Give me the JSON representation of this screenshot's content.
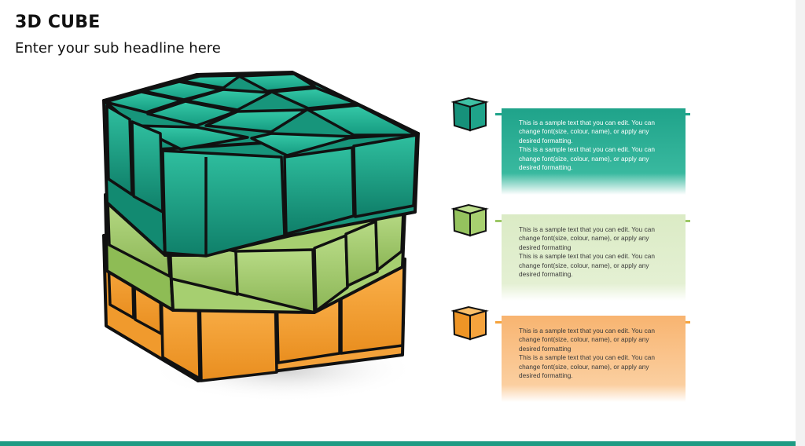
{
  "slide": {
    "title": "3D CUBE",
    "subtitle": "Enter your sub headline here"
  },
  "colors": {
    "teal": "#1fa38a",
    "green": "#9cc766",
    "orange": "#f5a33d",
    "bar": "#1e9b83"
  },
  "items": [
    {
      "name": "teal",
      "text": "This is a sample text that you can edit. You can change font(size, colour, name), or apply any desired formatting.\nThis is a sample text that you can edit. You can change font(size, colour, name), or apply any desired formatting."
    },
    {
      "name": "green",
      "text": "This is a sample text that you can edit. You can change font(size, colour, name), or apply any desired formatting\nThis is a sample text that you can edit. You can change font(size, colour, name), or apply any desired formatting."
    },
    {
      "name": "orange",
      "text": "This is a sample text that you can edit. You can change font(size, colour, name), or apply any desired formatting\nThis is a sample text that you can edit. You can change font(size, colour, name), or apply any desired formatting."
    }
  ]
}
